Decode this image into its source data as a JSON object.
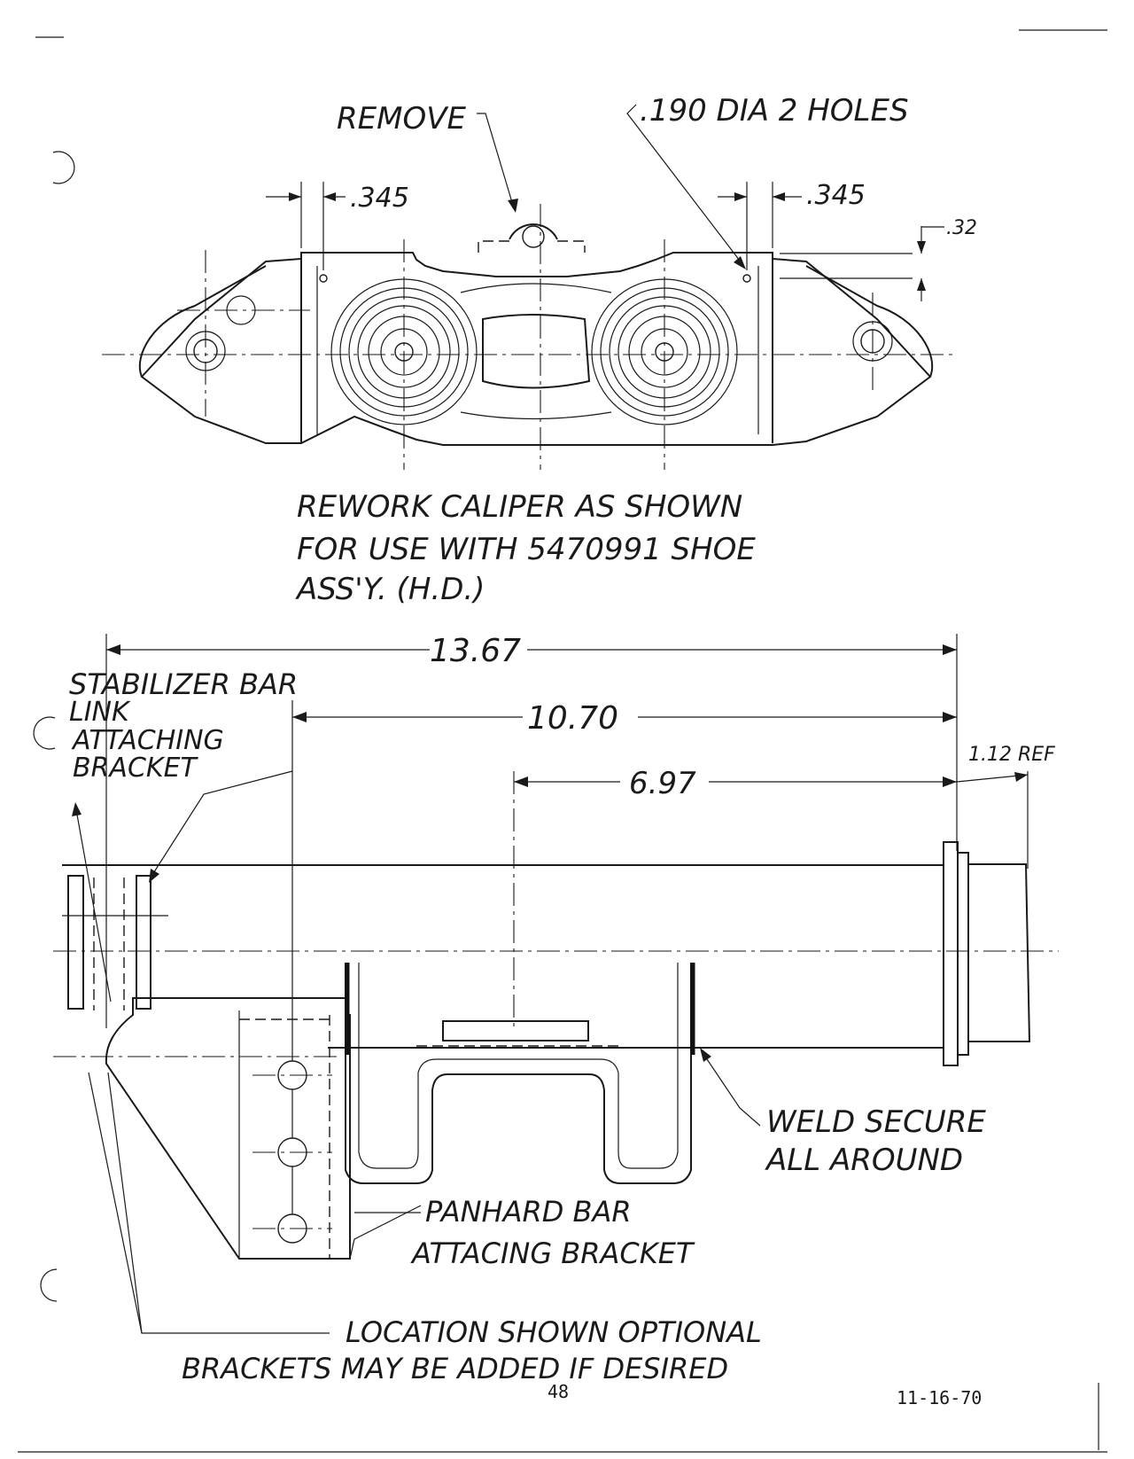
{
  "top_view": {
    "remove_label": "REMOVE",
    "holes_label": ".190 DIA 2 HOLES",
    "dim_left": ".345",
    "dim_right": ".345",
    "dim_offset": ".32",
    "caption_line1": "REWORK CALIPER AS SHOWN",
    "caption_line2": "FOR USE WITH 5470991 SHOE",
    "caption_line3": "ASS'Y. (H.D.)"
  },
  "bottom_view": {
    "dim_overall": "13.67",
    "dim_mid": "10.70",
    "dim_inner": "6.97",
    "dim_ref": "1.12 REF",
    "stab_line1": "STABILIZER BAR",
    "stab_line2": "LINK",
    "stab_line3": "ATTACHING",
    "stab_line4": "BRACKET",
    "weld_line1": "WELD SECURE",
    "weld_line2": "ALL AROUND",
    "panhard_line1": "PANHARD BAR",
    "panhard_line2": "ATTACING BRACKET",
    "note_line1": "LOCATION SHOWN OPTIONAL",
    "note_line2": "BRACKETS MAY BE ADDED IF DESIRED"
  },
  "footer": {
    "page_number": "48",
    "date": "11-16-70"
  }
}
